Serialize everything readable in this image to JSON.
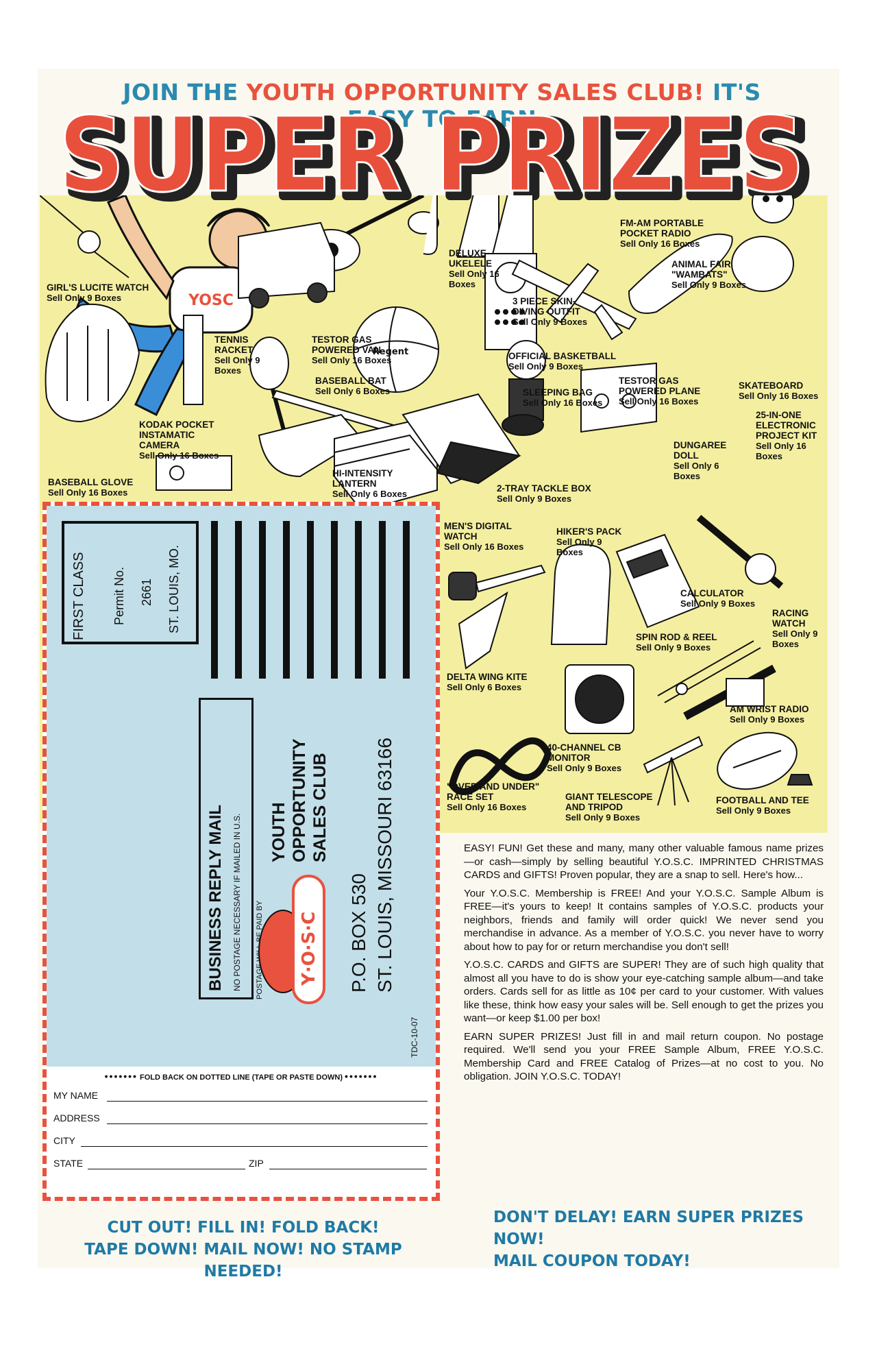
{
  "header": {
    "part1": "JOIN THE ",
    "part2": "YOUTH OPPORTUNITY SALES CLUB!",
    "part3": " IT'S EASY TO EARN",
    "colors": {
      "blue": "#2a8ab0",
      "red": "#e8523e"
    }
  },
  "title": "SUPER PRIZES",
  "prizes": [
    {
      "name": "GIRL'S LUCITE WATCH",
      "sell": "Sell Only 9 Boxes"
    },
    {
      "name": "DELUXE UKELELE",
      "sell": "Sell Only 16 Boxes"
    },
    {
      "name": "3 PIECE SKIN-DIVING OUTFIT",
      "sell": "Sell Only 9 Boxes"
    },
    {
      "name": "FM-AM PORTABLE POCKET RADIO",
      "sell": "Sell Only 16 Boxes"
    },
    {
      "name": "ANIMAL FAIR \"WAMBATS\"",
      "sell": "Sell Only 9 Boxes"
    },
    {
      "name": "TENNIS RACKET",
      "sell": "Sell Only 9 Boxes"
    },
    {
      "name": "TESTOR GAS POWERED VAN",
      "sell": "Sell Only 16 Boxes"
    },
    {
      "name": "OFFICIAL BASKETBALL",
      "sell": "Sell Only 9 Boxes"
    },
    {
      "name": "BASEBALL BAT",
      "sell": "Sell Only 6 Boxes"
    },
    {
      "name": "TESTOR GAS POWERED PLANE",
      "sell": "Sell Only 16 Boxes"
    },
    {
      "name": "SKATEBOARD",
      "sell": "Sell Only 16 Boxes"
    },
    {
      "name": "SLEEPING BAG",
      "sell": "Sell Only 16 Boxes"
    },
    {
      "name": "KODAK POCKET INSTAMATIC CAMERA",
      "sell": "Sell Only 16 Boxes"
    },
    {
      "name": "25-IN-ONE ELECTRONIC PROJECT KIT",
      "sell": "Sell Only 16 Boxes"
    },
    {
      "name": "DUNGAREE DOLL",
      "sell": "Sell Only 6 Boxes"
    },
    {
      "name": "BASEBALL GLOVE",
      "sell": "Sell Only 16 Boxes"
    },
    {
      "name": "HI-INTENSITY LANTERN",
      "sell": "Sell Only 6 Boxes"
    },
    {
      "name": "2-TRAY TACKLE BOX",
      "sell": "Sell Only 9 Boxes"
    },
    {
      "name": "MEN'S DIGITAL WATCH",
      "sell": "Sell Only 16 Boxes"
    },
    {
      "name": "HIKER'S PACK",
      "sell": "Sell Only 9 Boxes"
    },
    {
      "name": "CALCULATOR",
      "sell": "Sell Only 9 Boxes"
    },
    {
      "name": "RACING WATCH",
      "sell": "Sell Only 9 Boxes"
    },
    {
      "name": "SPIN ROD & REEL",
      "sell": "Sell Only 9 Boxes"
    },
    {
      "name": "DELTA WING KITE",
      "sell": "Sell Only 6 Boxes"
    },
    {
      "name": "AM WRIST RADIO",
      "sell": "Sell Only 9 Boxes"
    },
    {
      "name": "40-CHANNEL CB MONITOR",
      "sell": "Sell Only 9 Boxes"
    },
    {
      "name": "\"OVER AND UNDER\" RACE SET",
      "sell": "Sell Only 16 Boxes"
    },
    {
      "name": "GIANT TELESCOPE AND TRIPOD",
      "sell": "Sell Only 9 Boxes"
    },
    {
      "name": "FOOTBALL AND TEE",
      "sell": "Sell Only 9 Boxes"
    }
  ],
  "art_text": {
    "yosc_shirt": "YOSC",
    "basketball_brand": "Regent"
  },
  "reply_card": {
    "first_class": "FIRST CLASS",
    "permit": "Permit No.",
    "permit_no": "2661",
    "city": "ST. LOUIS, MO.",
    "brm": "BUSINESS REPLY MAIL",
    "no_postage": "NO POSTAGE NECESSARY IF MAILED IN U.S.",
    "postage_paid": "POSTAGE WILL BE PAID BY",
    "org1": "YOUTH",
    "org2": "OPPORTUNITY",
    "org3": "SALES CLUB",
    "logo": "Y·O·S·C",
    "box": "P.O. BOX 530",
    "address": "ST. LOUIS, MISSOURI 63166",
    "code": "TDC-10-07",
    "fold": "FOLD BACK ON DOTTED LINE (TAPE OR PASTE DOWN)"
  },
  "form": {
    "name": "MY NAME",
    "address": "ADDRESS",
    "city": "CITY",
    "state": "STATE",
    "zip": "ZIP"
  },
  "body": [
    "EASY! FUN! Get these and many, many other valuable famous name prizes—or cash—simply by selling beautiful Y.O.S.C. IMPRINTED CHRISTMAS CARDS and GIFTS! Proven popular, they are a snap to sell. Here's how...",
    "Your Y.O.S.C. Membership is FREE! And your Y.O.S.C. Sample Album is FREE—it's yours to keep! It contains samples of Y.O.S.C. products your neighbors, friends and family will order quick! We never send you merchandise in advance. As a member of Y.O.S.C. you never have to worry about how to pay for or return merchandise you don't sell!",
    "Y.O.S.C. CARDS and GIFTS are SUPER! They are of such high quality that almost all you have to do is show your eye-catching sample album—and take orders. Cards sell for as little as 10¢ per card to your customer. With values like these, think how easy your sales will be. Sell enough to get the prizes you want—or keep $1.00 per box!",
    "EARN SUPER PRIZES! Just fill in and mail return coupon. No postage required. We'll send you your FREE Sample Album, FREE Y.O.S.C. Membership Card and FREE Catalog of Prizes—at no cost to you. No obligation. JOIN Y.O.S.C. TODAY!"
  ],
  "bottom_left": {
    "line1": "CUT OUT!  FILL IN!  FOLD BACK!",
    "line2": "TAPE DOWN!  MAIL NOW!  NO STAMP NEEDED!"
  },
  "bottom_right": {
    "line1": "DON'T DELAY! EARN SUPER PRIZES NOW!",
    "line2": "MAIL COUPON TODAY!"
  }
}
